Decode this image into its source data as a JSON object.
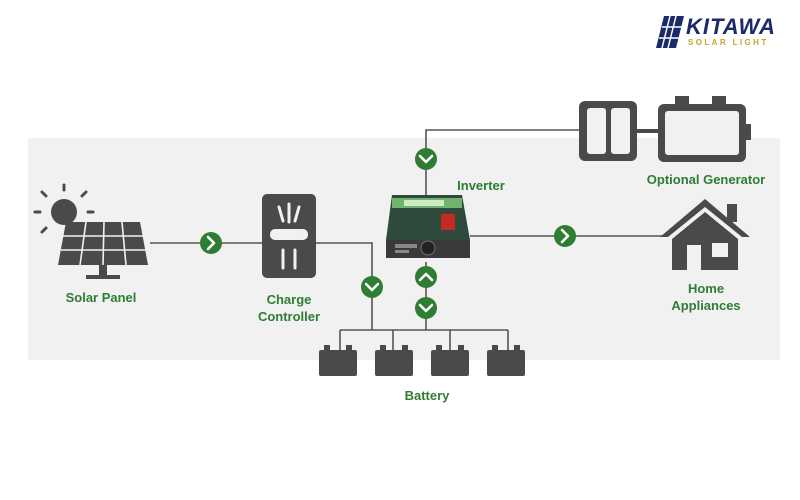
{
  "brand": {
    "name": "KITAWA",
    "tagline": "SOLAR LIGHT"
  },
  "labels": {
    "solar_panel": "Solar Panel",
    "charge_controller_1": "Charge",
    "charge_controller_2": "Controller",
    "inverter": "Inverter",
    "optional_generator": "Optional Generator",
    "home_appliances_1": "Home",
    "home_appliances_2": "Appliances",
    "battery": "Battery"
  },
  "icons": {
    "flow_arrow": "chevron-circle-icon",
    "sun": "sun-icon",
    "house": "house-icon"
  },
  "colors": {
    "accent_green": "#2e7d32",
    "device_dark": "#4a4a4a",
    "line": "#555555",
    "brand_blue": "#1b2a6b",
    "brand_gold": "#c9a227",
    "inverter_red": "#c62828"
  }
}
